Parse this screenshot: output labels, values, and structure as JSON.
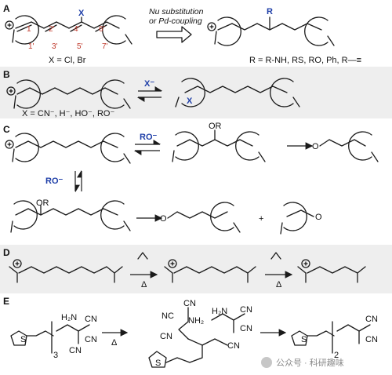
{
  "sections": [
    {
      "key": "A",
      "label": "A"
    },
    {
      "key": "B",
      "label": "B"
    },
    {
      "key": "C",
      "label": "C"
    },
    {
      "key": "D",
      "label": "D"
    },
    {
      "key": "E",
      "label": "E"
    }
  ],
  "panel_a": {
    "position_numbers": [
      "1",
      "2'",
      "4'",
      "6'",
      "1'",
      "3'",
      "5'",
      "7'"
    ],
    "substituent": "X",
    "x_caption": "X = Cl, Br",
    "arrow_line1": "Nu substitution",
    "arrow_line2": "or Pd-coupling",
    "product_r": "R",
    "r_caption": "R = R-NH, RS, RO, Ph, R—≡"
  },
  "panel_b": {
    "nucleophile": "X⁻",
    "adduct_x": "X",
    "x_caption": "X = CN⁻, H⁻, HO⁻, RO⁻"
  },
  "panel_c": {
    "nucleophile_top": "RO⁻",
    "nucleophile_side": "RO⁻",
    "or_top": "OR",
    "or_bottom": "OR",
    "aldehyde_o": "O",
    "plus": "+"
  },
  "panel_d": {
    "heat": "Δ",
    "heat2": "Δ"
  },
  "panel_e": {
    "h2n_left": "H₂N",
    "cn": "CN",
    "s": "S",
    "subscript_3": "3",
    "subscript_2": "2",
    "nc": "NC",
    "h2n_mid": "NH₂",
    "heat": "Δ"
  },
  "watermark": "公众号 · 科研趣味",
  "colors": {
    "band": "#eeeeee",
    "number_red": "#c0392b",
    "nucleophile_blue": "#1f3fa8"
  }
}
